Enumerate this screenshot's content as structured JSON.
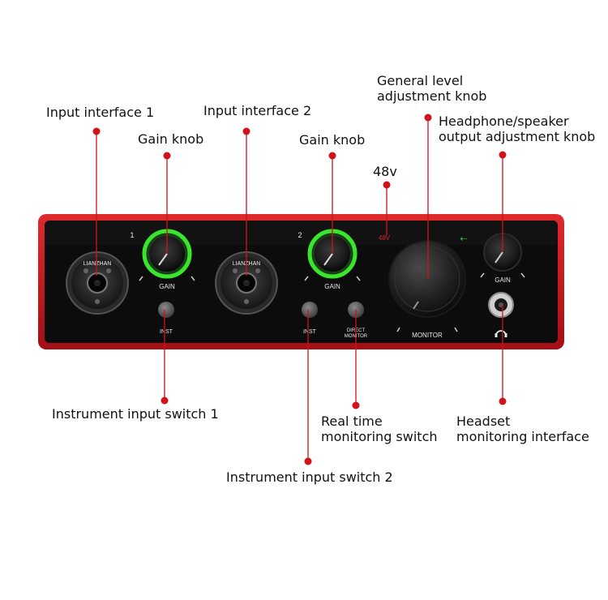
{
  "labels": {
    "input1": "Input interface 1",
    "gain1": "Gain knob",
    "input2": "Input interface 2",
    "gain2": "Gain knob",
    "general_level_line1": "General level",
    "general_level_line2": "adjustment knob",
    "phantom": "48v",
    "headphone_line1": "Headphone/speaker",
    "headphone_line2": "output adjustment knob",
    "inst_switch1": "Instrument input switch 1",
    "realtime_line1": "Real time",
    "realtime_line2": "monitoring switch",
    "headset_line1": "Headset",
    "headset_line2": "monitoring interface",
    "inst_switch2": "Instrument input switch 2"
  },
  "panel": {
    "channel1_number": "1",
    "channel2_number": "2",
    "gain1_label": "GAIN",
    "gain2_label": "GAIN",
    "inst1_label": "INST",
    "inst2_label": "INST",
    "direct_monitor_line1": "DIRECT",
    "direct_monitor_line2": "MONITOR",
    "phantom_label": "48V",
    "usb_symbol": "⇠",
    "monitor_label": "MONITOR",
    "headphone_gain_label": "GAIN",
    "jack1_brand": "LIANZHAN",
    "jack2_brand": "LIANZHAN"
  },
  "colors": {
    "chassis_red": "#c0141a",
    "panel_black": "#0c0c0c",
    "gain_ring_green": "#39e62c",
    "callout_red": "#d0121b",
    "phantom_red": "#d8232a",
    "usb_green": "#2fd02f"
  }
}
